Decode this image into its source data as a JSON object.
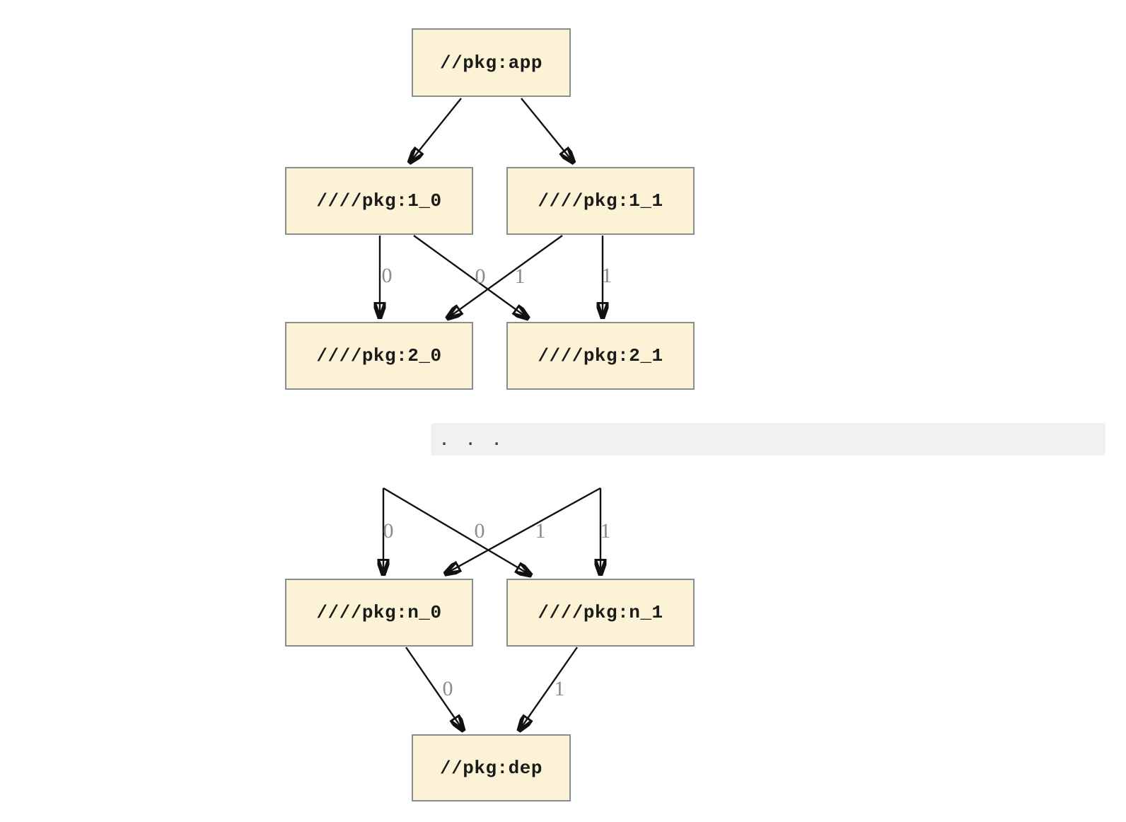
{
  "diagram": {
    "nodes": {
      "app": "//pkg:app",
      "n1_0": "////pkg:1_0",
      "n1_1": "////pkg:1_1",
      "n2_0": "////pkg:2_0",
      "n2_1": "////pkg:2_1",
      "nn_0": "////pkg:n_0",
      "nn_1": "////pkg:n_1",
      "dep": "//pkg:dep"
    },
    "ellipsis": ". . .",
    "edge_labels": {
      "from_1_0_to_2_0": "0",
      "from_1_1_to_2_0": "0",
      "from_1_0_to_2_1": "1",
      "from_1_1_to_2_1": "1",
      "from_dots_to_n_0": "0",
      "from_dots_cross_to_n_0": "0",
      "from_dots_cross_to_n_1": "1",
      "from_dots_to_n_1": "1",
      "from_n_0_to_dep": "0",
      "from_n_1_to_dep": "1"
    }
  },
  "colors": {
    "node_fill": "#fcf3d7",
    "node_border": "#878e91",
    "edge": "#111111",
    "edge_label": "#8b8b8b",
    "band_bg": "#f1f1f1",
    "dots": "#3f3f3f"
  }
}
